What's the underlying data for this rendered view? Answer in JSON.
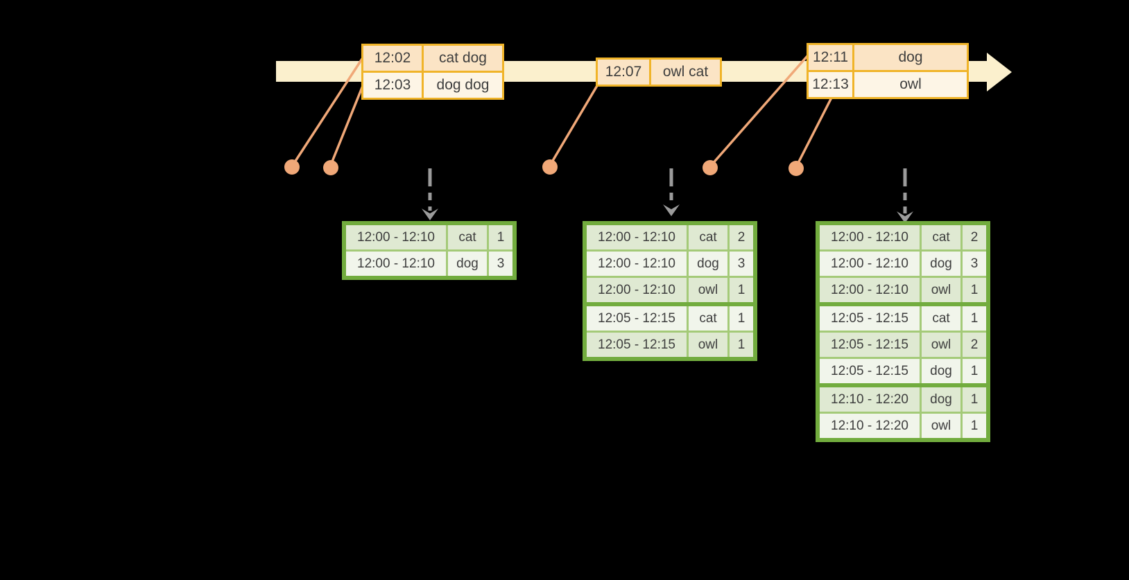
{
  "diagram": {
    "description": "Windowed grouped aggregation over an event-time stream: events on a timeline feed sliding-window word counts emitted at successive triggers",
    "colors": {
      "background": "#000000",
      "timeline_fill": "#fbf0cd",
      "event_border": "#f0b429",
      "event_cell_dark": "#fbe4c5",
      "event_cell_light": "#fdf5e6",
      "connector_orange": "#f0a878",
      "trigger_arrow_gray": "#9b9b9b",
      "table_border_green": "#72ac3e",
      "table_cell_dark": "#dfe9d2",
      "table_cell_light": "#f1f5eb",
      "text": "#3e3e3e"
    }
  },
  "event_boxes": [
    {
      "rows": [
        {
          "time": "12:02",
          "words": "cat dog"
        },
        {
          "time": "12:03",
          "words": "dog dog"
        }
      ]
    },
    {
      "rows": [
        {
          "time": "12:07",
          "words": "owl cat"
        }
      ]
    },
    {
      "rows": [
        {
          "time": "12:11",
          "words": "dog"
        },
        {
          "time": "12:13",
          "words": "owl"
        }
      ]
    }
  ],
  "result_tables": [
    {
      "rows": [
        {
          "window": "12:00 - 12:10",
          "word": "cat",
          "count": "1"
        },
        {
          "window": "12:00 - 12:10",
          "word": "dog",
          "count": "3"
        }
      ]
    },
    {
      "rows": [
        {
          "window": "12:00 - 12:10",
          "word": "cat",
          "count": "2"
        },
        {
          "window": "12:00 - 12:10",
          "word": "dog",
          "count": "3"
        },
        {
          "window": "12:00 - 12:10",
          "word": "owl",
          "count": "1"
        },
        {
          "window": "12:05 - 12:15",
          "word": "cat",
          "count": "1"
        },
        {
          "window": "12:05 - 12:15",
          "word": "owl",
          "count": "1"
        }
      ]
    },
    {
      "rows": [
        {
          "window": "12:00 - 12:10",
          "word": "cat",
          "count": "2"
        },
        {
          "window": "12:00 - 12:10",
          "word": "dog",
          "count": "3"
        },
        {
          "window": "12:00 - 12:10",
          "word": "owl",
          "count": "1"
        },
        {
          "window": "12:05 - 12:15",
          "word": "cat",
          "count": "1"
        },
        {
          "window": "12:05 - 12:15",
          "word": "owl",
          "count": "2"
        },
        {
          "window": "12:05 - 12:15",
          "word": "dog",
          "count": "1"
        },
        {
          "window": "12:10 - 12:20",
          "word": "dog",
          "count": "1"
        },
        {
          "window": "12:10 - 12:20",
          "word": "owl",
          "count": "1"
        }
      ]
    }
  ]
}
